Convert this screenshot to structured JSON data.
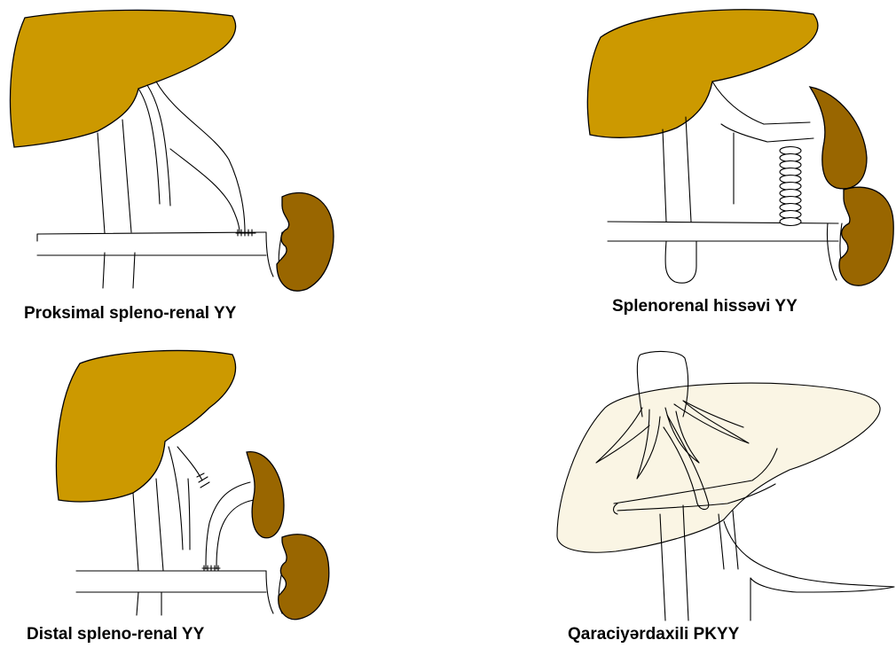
{
  "captions": {
    "proximal": "Proksimal spleno-renal YY",
    "partial": "Splenorenal hissəvi YY",
    "distal": "Distal spleno-renal YY",
    "intrahepatic": "Qaraciyərdaxili PKYY"
  },
  "colors": {
    "liver": "#cc9900",
    "spleen_kidney": "#996600",
    "liver_pale": "#faf5e4"
  }
}
